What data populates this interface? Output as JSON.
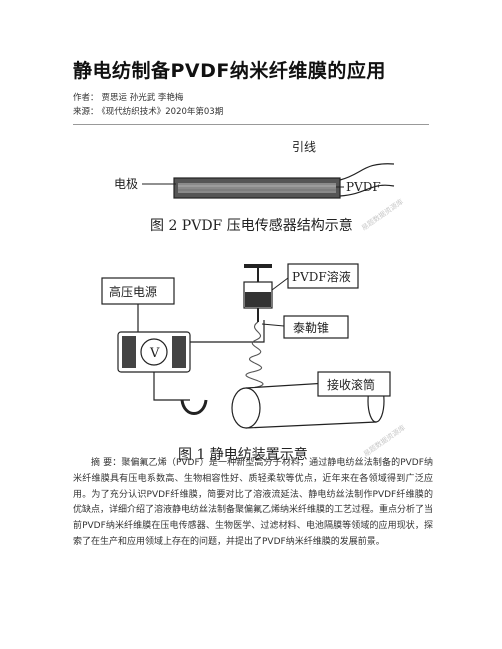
{
  "article": {
    "title": "静电纺制备PVDF纳米纤维膜的应用",
    "authors_label": "作者：",
    "authors": "贾思运 孙光武 李艳梅",
    "source_label": "来源：",
    "source": "《现代纺织技术》2020年第03期"
  },
  "figure2": {
    "caption": "图 2    PVDF 压电传感器结构示意",
    "label_lead": "引线",
    "label_electrode": "电极",
    "label_pvdf": "PVDF",
    "watermark": "易题数据资源库"
  },
  "figure1": {
    "caption": "图 1    静电纺装置示意",
    "label_power": "高压电源",
    "label_solution": "PVDF溶液",
    "label_taylor": "泰勒锥",
    "label_collector": "接收滚筒",
    "label_meter": "V",
    "watermark": "易题数据资源库"
  },
  "abstract": {
    "label": "摘  要：",
    "text": "聚偏氟乙烯（PVDF）是一种新型高分子材料，通过静电纺丝法制备的PVDF纳米纤维膜具有压电系数高、生物相容性好、质轻柔软等优点，近年来在各领域得到广泛应用。为了充分认识PVDF纤维膜，简要对比了溶液流延法、静电纺丝法制作PVDF纤维膜的优缺点，详细介绍了溶液静电纺丝法制备聚偏氟乙烯纳米纤维膜的工艺过程。重点分析了当前PVDF纳米纤维膜在压电传感器、生物医学、过滤材料、电池隔膜等领域的应用现状，探索了在生产和应用领域上存在的问题，并提出了PVDF纳米纤维膜的发展前景。"
  }
}
